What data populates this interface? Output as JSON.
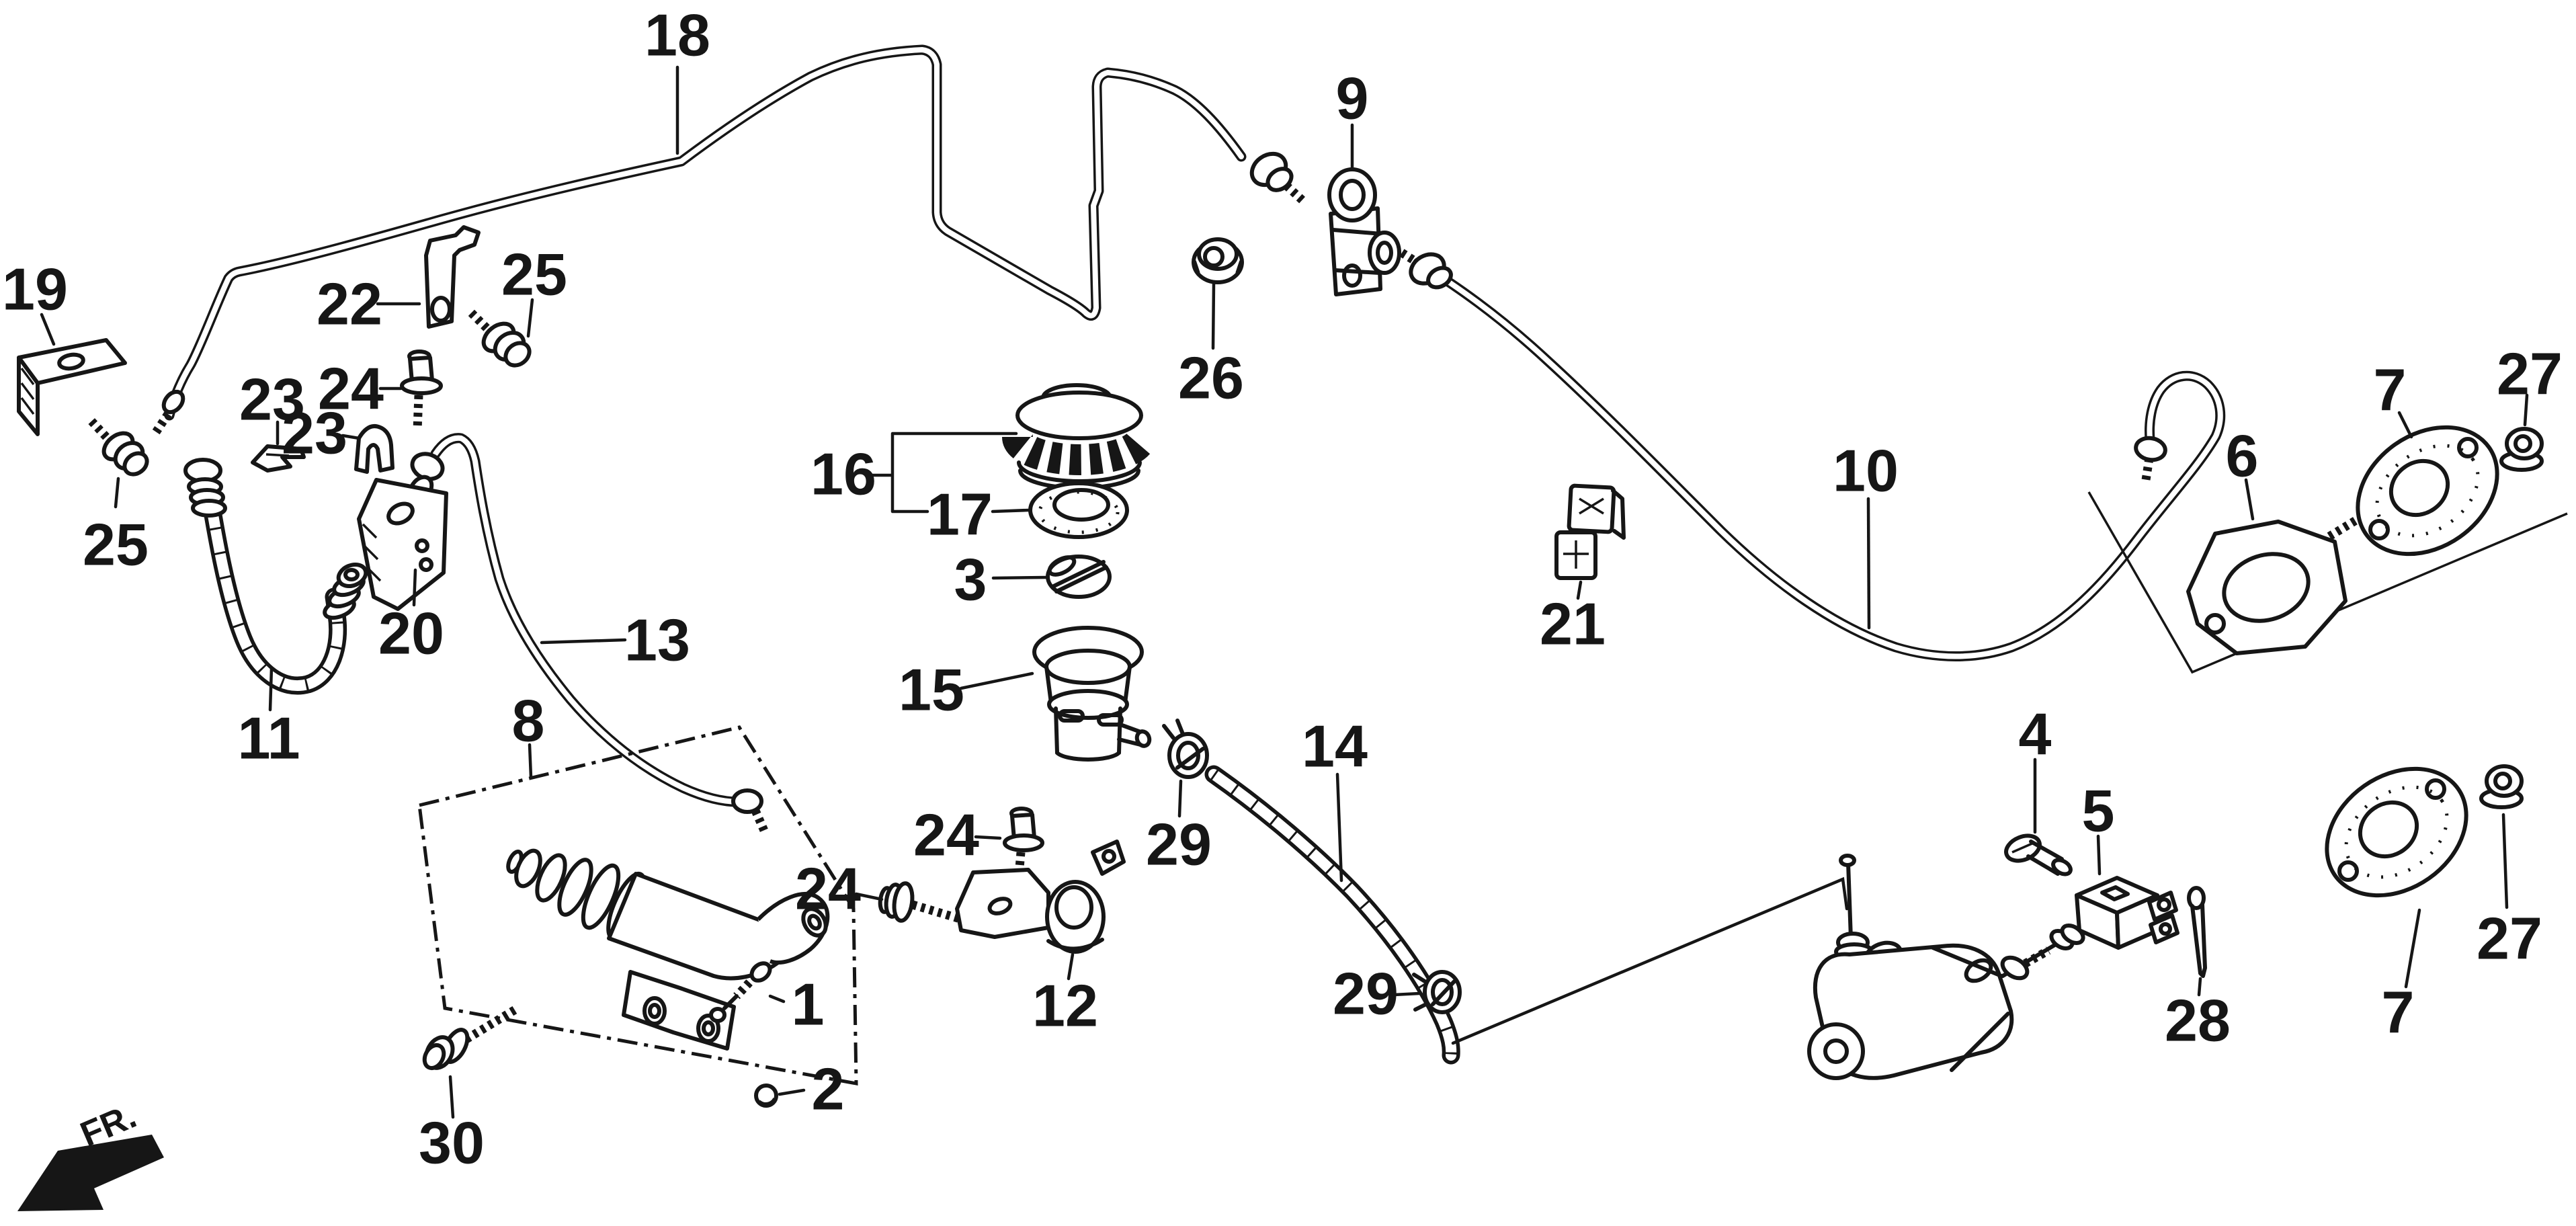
{
  "figure": {
    "type": "exploded-parts-diagram",
    "background": "#ffffff",
    "ink": "#161616",
    "fr_label": "FR.",
    "callouts": {
      "c1": "1",
      "c2": "2",
      "c3": "3",
      "c4": "4",
      "c5": "5",
      "c6": "6",
      "c7a": "7",
      "c7b": "7",
      "c8": "8",
      "c9": "9",
      "c10": "10",
      "c11": "11",
      "c12": "12",
      "c13": "13",
      "c14": "14",
      "c15": "15",
      "c16": "16",
      "c17": "17",
      "c18": "18",
      "c19": "19",
      "c20": "20",
      "c21": "21",
      "c22": "22",
      "c23a": "23",
      "c23b": "23",
      "c24a": "24",
      "c24b": "24",
      "c24c": "24",
      "c25a": "25",
      "c25b": "25",
      "c26": "26",
      "c27a": "27",
      "c27b": "27",
      "c28": "28",
      "c29a": "29",
      "c29b": "29",
      "c30": "30"
    }
  }
}
